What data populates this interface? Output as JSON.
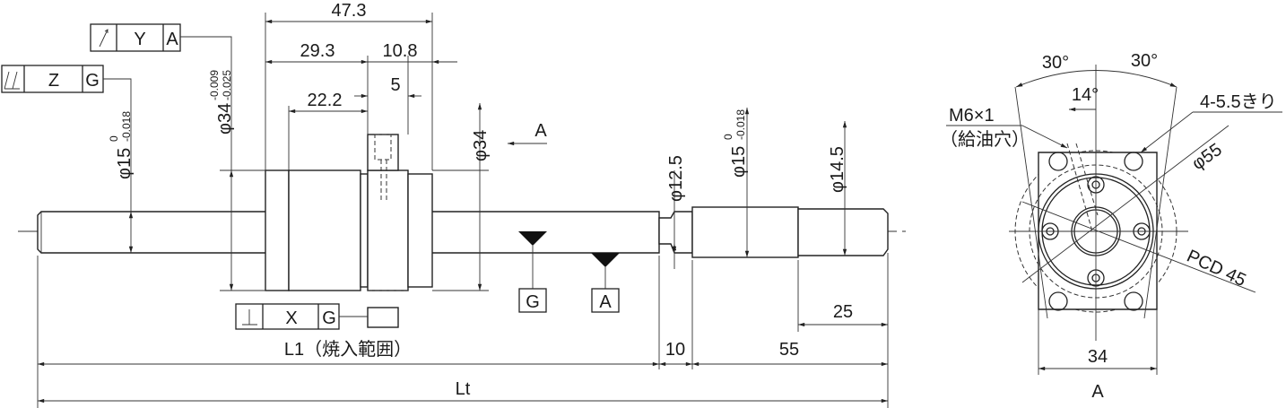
{
  "title": "Ball screw dimensional drawing",
  "tolerance_frames": [
    {
      "symbol": "circular-runout",
      "datum_ref": "Y",
      "datum": "A"
    },
    {
      "symbol": "total-runout",
      "datum_ref": "Z",
      "datum": "G"
    },
    {
      "symbol": "perpendicularity",
      "datum_ref": "X",
      "datum": "G"
    }
  ],
  "dimensions": {
    "d47_3": "47.3",
    "d29_3": "29.3",
    "d10_8": "10.8",
    "d5": "5",
    "d22_2": "22.2",
    "phi34_tol": "φ34",
    "phi34_tol_upper": "-0.009",
    "phi34_tol_lower": "-0.025",
    "phi15_a": "φ15",
    "phi15_a_upper": "0",
    "phi15_a_lower": "-0.018",
    "phi34": "φ34",
    "phi12_5": "φ12.5",
    "phi15_b": "φ15",
    "phi15_b_upper": "0",
    "phi15_b_lower": "-0.018",
    "phi14_5": "φ14.5",
    "d25": "25",
    "d10": "10",
    "d55": "55",
    "L1": "L1（焼入範囲）",
    "Lt": "Lt"
  },
  "view_arrow_label": "A",
  "datum_labels": {
    "G": "G",
    "A": "A"
  },
  "end_view": {
    "angle_left": "30°",
    "angle_right": "30°",
    "angle_oil": "14°",
    "oil_hole": "M6×1",
    "oil_hole_note": "（給油穴）",
    "bolt_holes": "4-5.5きり",
    "outer_dia": "φ55",
    "pcd": "PCD 45",
    "width": "34",
    "view_label": "A"
  }
}
